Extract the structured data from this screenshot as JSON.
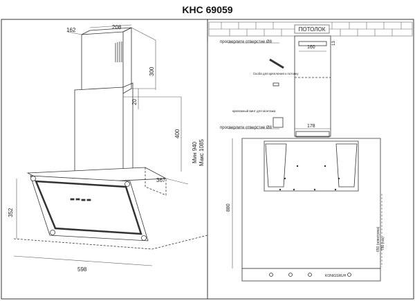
{
  "title": "KHC 69059",
  "left_drawing": {
    "dim_top_depth": "162",
    "dim_top_width": "208",
    "dim_upper_height": "300",
    "dim_overlap": "20",
    "dim_lower_height": "400",
    "dim_min": "Мин 940",
    "dim_max": "Макс 1085",
    "dim_base_depth": "367",
    "dim_body_height": "352",
    "dim_body_width": "598"
  },
  "right_drawing": {
    "ceiling_label": "ПОТОЛОК",
    "drill_note_top": "просверлите отверстие Ø8",
    "bracket_caption": "Скоба для крепления к потолку",
    "dim_bracket_width": "160",
    "dim_top_offset": "13",
    "mount_note": "крепежный винт для монтажа",
    "drill_note_mid": "просверлите отверстие Ø8",
    "dim_mid_width": "178",
    "dim_side_height": "880",
    "dim_height_note_1": "650 (электрика)",
    "dim_height_note_2": "750 (газ)",
    "panel_label": "KONIGSRUH"
  },
  "colors": {
    "line": "#333333",
    "dim": "#555555",
    "brick": "#666666"
  }
}
